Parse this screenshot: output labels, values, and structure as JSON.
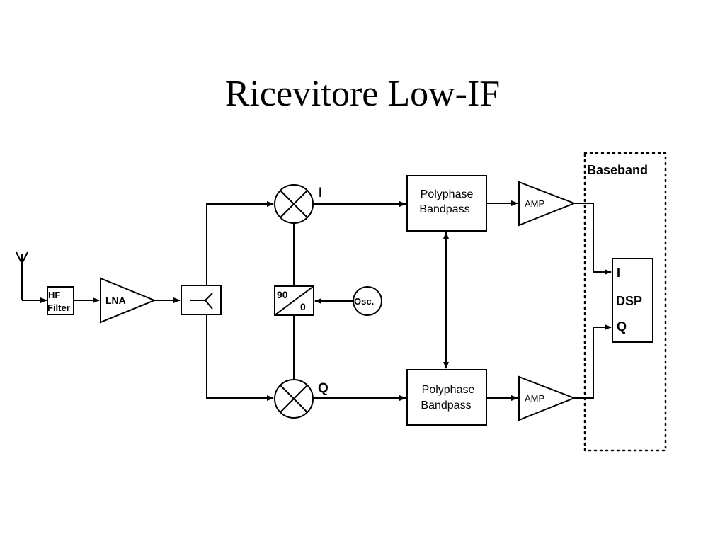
{
  "title": "Ricevitore Low-IF",
  "blocks": {
    "hf_filter_line1": "HF",
    "hf_filter_line2": "Filter",
    "lna": "LNA",
    "phase_top": "90",
    "phase_bottom": "0",
    "osc": "Osc.",
    "polyphase_line1": "Polyphase",
    "polyphase_line2": "Bandpass",
    "amp": "AMP",
    "baseband": "Baseband",
    "dsp_i": "I",
    "dsp": "DSP",
    "dsp_q": "Q"
  },
  "paths": {
    "i_label": "I",
    "q_label": "Q"
  },
  "colors": {
    "line": "#000000",
    "background": "#ffffff"
  }
}
